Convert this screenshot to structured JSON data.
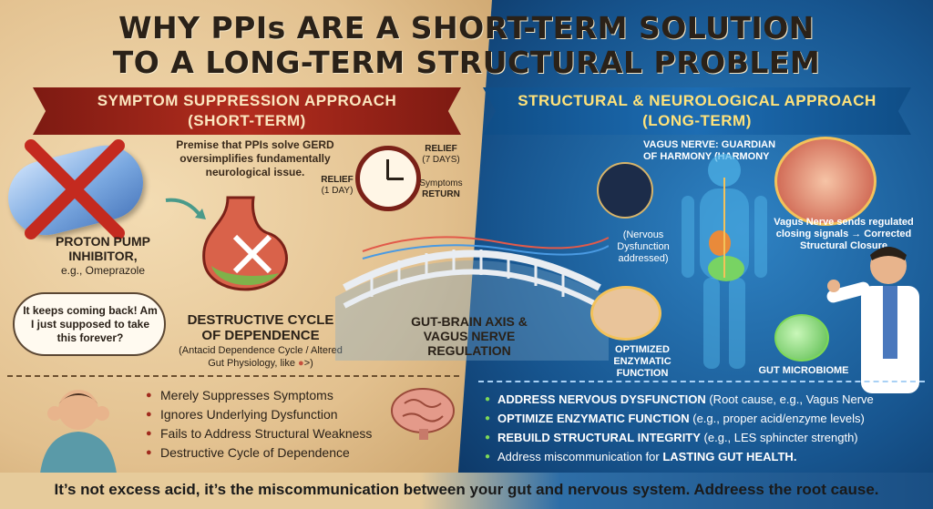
{
  "title": {
    "line1": "WHY PPIs ARE A SHORT-TERM SOLUTION",
    "line2": "TO A LONG-TERM STRUCTURAL PROBLEM"
  },
  "left": {
    "banner_line1": "SYMPTOM SUPPRESSION APPROACH",
    "banner_line2": "(SHORT-TERM)",
    "premise": "Premise that PPIs solve GERD oversimplifies fundamentally neurological issue.",
    "clock": {
      "relief_left": "RELIEF",
      "relief_left_days": "(1 DAY)",
      "relief_right": "RELIEF",
      "relief_right_days": "(7 DAYS)",
      "symptoms": "Symptoms",
      "return": "RETURN"
    },
    "ppi_label": "PROTON PUMP INHIBITOR,",
    "ppi_example": "e.g., Omeprazole",
    "bubble": "It keeps coming back! Am I just supposed to take this forever?",
    "cycle_title": "DESTRUCTIVE CYCLE OF DEPENDENCE",
    "cycle_sub": "(Antacid Dependence Cycle / Altered Gut Physiology, like",
    "cycle_sub_end": ">)",
    "bullets": [
      "Merely Suppresses Symptoms",
      "Ignores Underlying Dysfunction",
      "Fails to Address Structural Weakness",
      "Destructive Cycle of Dependence"
    ]
  },
  "center": {
    "gut_brain": "GUT-BRAIN AXIS & VAGUS NERVE REGULATION"
  },
  "right": {
    "banner_line1": "STRUCTURAL & NEUROLOGICAL APPROACH",
    "banner_line2": "(LONG-TERM)",
    "vagus_title": "VAGUS NERVE: GUARDIAN OF HARMONY (HARMONY",
    "nervous": "(Nervous Dysfunction addressed)",
    "vagus_signals": "Vagus Nerve sends regulated closing signals → Corrected Structural Closure",
    "enzymatic": "OPTIMIZED ENZYMATIC FUNCTION",
    "microbiome": "GUT MICROBIOME",
    "bullets": [
      {
        "bold": "ADDRESS NERVOUS DYSFUNCTION",
        "rest": " (Root cause, e.g., Vagus Nerve"
      },
      {
        "bold": "OPTIMIZE ENZYMATIC FUNCTION",
        "rest": " (e.g., proper acid/enzyme levels)"
      },
      {
        "bold": "REBUILD STRUCTURAL INTEGRITY",
        "rest": " (e.g., LES sphincter strength)"
      },
      {
        "bold": "",
        "rest": "Address miscommunication for ",
        "bold_end": "LASTING GUT HEALTH."
      }
    ]
  },
  "footer": "It’s not excess acid, it’s the miscommunication between your gut and nervous system. Addreess the root cause.",
  "colors": {
    "left_accent": "#a02a1d",
    "right_accent": "#1d6db3",
    "right_bullet": "#7ed957",
    "title": "#2a2118"
  }
}
